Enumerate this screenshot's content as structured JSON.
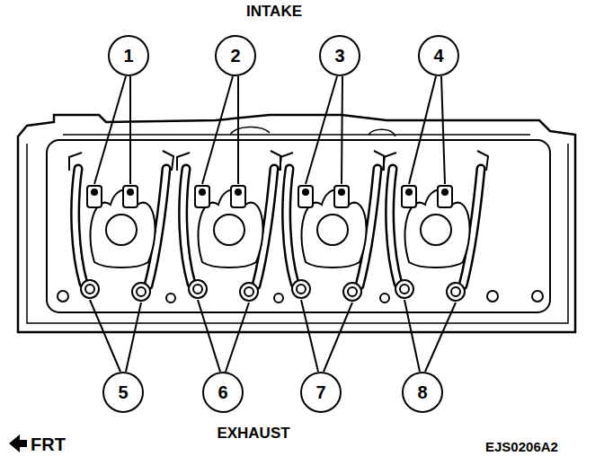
{
  "diagram": {
    "nodes": [
      {
        "text": [
          "1"
        ]
      },
      {
        "text": [
          "2"
        ]
      },
      {
        "text": [
          "3"
        ]
      },
      {
        "text": [
          "4"
        ]
      },
      {
        "text": [
          "5"
        ]
      },
      {
        "text": [
          "6"
        ]
      },
      {
        "text": [
          "7"
        ]
      },
      {
        "text": [
          "8"
        ]
      }
    ],
    "labels": [
      "INTAKE",
      "EXHAUST",
      "FRT",
      "EJS0206A2"
    ]
  }
}
